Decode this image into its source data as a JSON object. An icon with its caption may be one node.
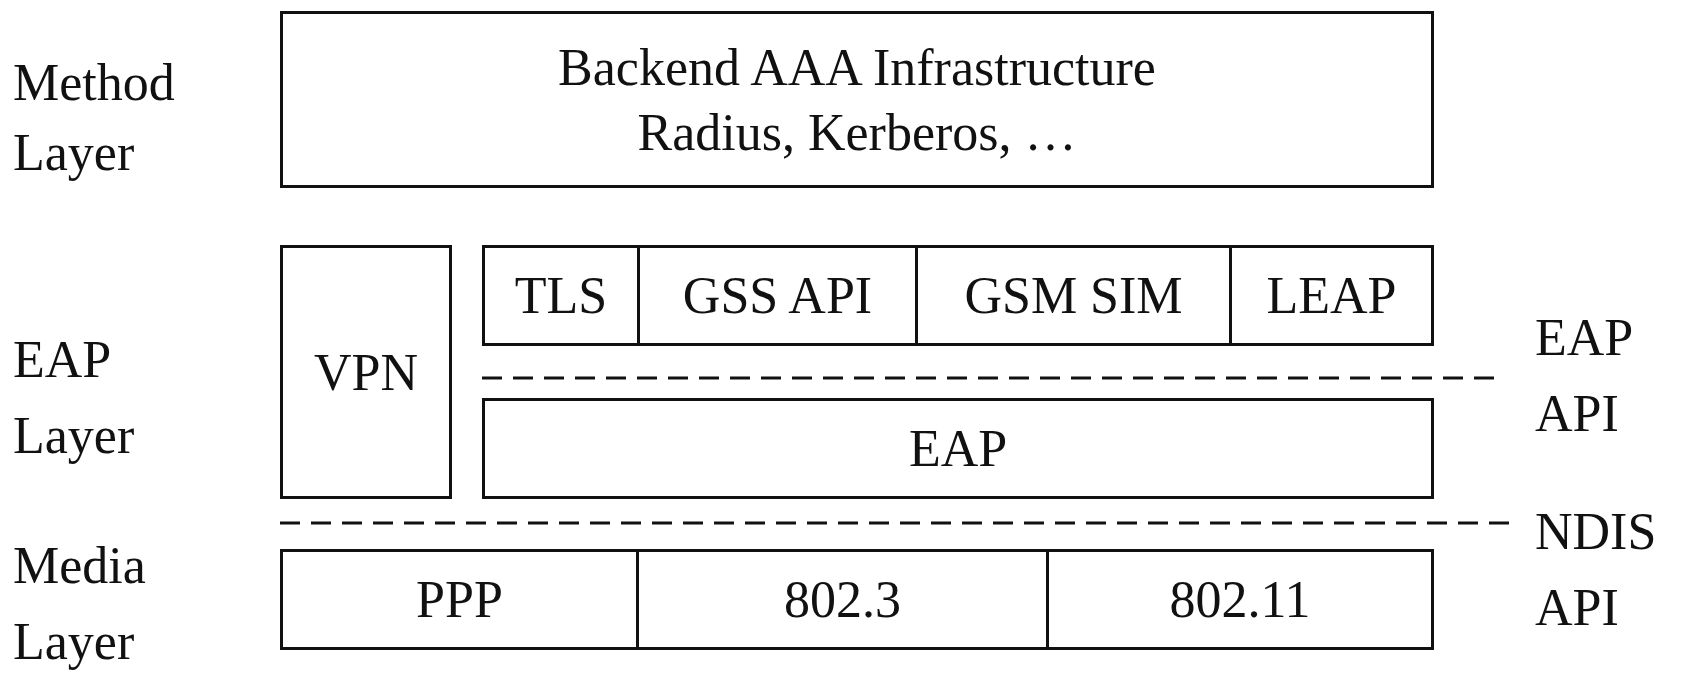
{
  "diagram": {
    "nodes": [
      {
        "text": [
          "Backend AAA Infrastructure",
          "Radius, Kerberos, …"
        ]
      },
      {
        "text": [
          "VPN"
        ]
      },
      {
        "text": [
          "TLS"
        ]
      },
      {
        "text": [
          "GSS API"
        ]
      },
      {
        "text": [
          "GSM SIM"
        ]
      },
      {
        "text": [
          "LEAP"
        ]
      },
      {
        "text": [
          "EAP"
        ]
      },
      {
        "text": [
          "PPP"
        ]
      },
      {
        "text": [
          "802.3"
        ]
      },
      {
        "text": [
          "802.11"
        ]
      }
    ],
    "edges": [],
    "labels": [
      "Method Layer",
      "EAP Layer",
      "Media Layer",
      "EAP API",
      "NDIS API"
    ]
  }
}
